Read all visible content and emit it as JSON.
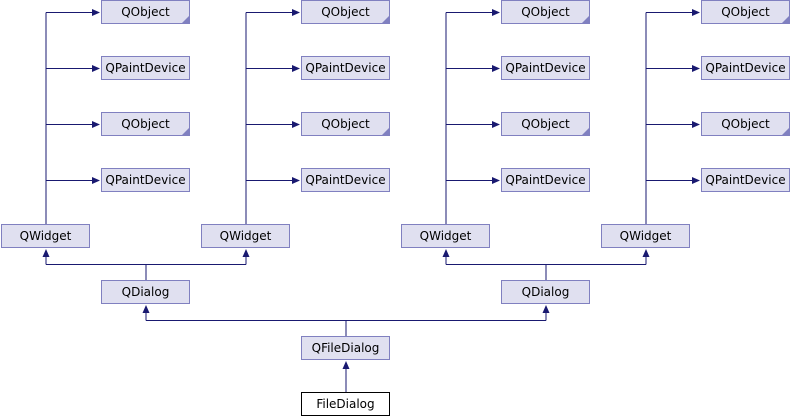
{
  "colors": {
    "edge": "#191970",
    "node_fill": "#e0e0f0",
    "node_border": "#8080c0",
    "corner_mark": "#8080c0",
    "focus_fill": "#ffffff",
    "focus_border": "#000000"
  },
  "nodes": [
    {
      "id": "qobject-1",
      "label": "QObject",
      "has_corner": true
    },
    {
      "id": "qpaintdevice-1",
      "label": "QPaintDevice",
      "has_corner": false
    },
    {
      "id": "qobject-2",
      "label": "QObject",
      "has_corner": true
    },
    {
      "id": "qpaintdevice-2",
      "label": "QPaintDevice",
      "has_corner": false
    },
    {
      "id": "qobject-3",
      "label": "QObject",
      "has_corner": true
    },
    {
      "id": "qpaintdevice-3",
      "label": "QPaintDevice",
      "has_corner": false
    },
    {
      "id": "qobject-4",
      "label": "QObject",
      "has_corner": true
    },
    {
      "id": "qpaintdevice-4",
      "label": "QPaintDevice",
      "has_corner": false
    },
    {
      "id": "qobject-5",
      "label": "QObject",
      "has_corner": true
    },
    {
      "id": "qpaintdevice-5",
      "label": "QPaintDevice",
      "has_corner": false
    },
    {
      "id": "qobject-6",
      "label": "QObject",
      "has_corner": true
    },
    {
      "id": "qpaintdevice-6",
      "label": "QPaintDevice",
      "has_corner": false
    },
    {
      "id": "qobject-7",
      "label": "QObject",
      "has_corner": true
    },
    {
      "id": "qpaintdevice-7",
      "label": "QPaintDevice",
      "has_corner": false
    },
    {
      "id": "qobject-8",
      "label": "QObject",
      "has_corner": true
    },
    {
      "id": "qpaintdevice-8",
      "label": "QPaintDevice",
      "has_corner": false
    },
    {
      "id": "qwidget-1",
      "label": "QWidget",
      "has_corner": false
    },
    {
      "id": "qwidget-2",
      "label": "QWidget",
      "has_corner": false
    },
    {
      "id": "qwidget-3",
      "label": "QWidget",
      "has_corner": false
    },
    {
      "id": "qwidget-4",
      "label": "QWidget",
      "has_corner": false
    },
    {
      "id": "qdialog-1",
      "label": "QDialog",
      "has_corner": false
    },
    {
      "id": "qdialog-2",
      "label": "QDialog",
      "has_corner": false
    },
    {
      "id": "qfiledialog",
      "label": "QFileDialog",
      "has_corner": false
    },
    {
      "id": "filedialog",
      "label": "FileDialog",
      "has_corner": false,
      "focus": true
    }
  ],
  "edges": [
    {
      "child": "qwidget-1",
      "parents": [
        "qobject-1",
        "qpaintdevice-1",
        "qobject-2",
        "qpaintdevice-2"
      ]
    },
    {
      "child": "qwidget-2",
      "parents": [
        "qobject-3",
        "qpaintdevice-3",
        "qobject-4",
        "qpaintdevice-4"
      ]
    },
    {
      "child": "qwidget-3",
      "parents": [
        "qobject-5",
        "qpaintdevice-5",
        "qobject-6",
        "qpaintdevice-6"
      ]
    },
    {
      "child": "qwidget-4",
      "parents": [
        "qobject-7",
        "qpaintdevice-7",
        "qobject-8",
        "qpaintdevice-8"
      ]
    },
    {
      "child": "qdialog-1",
      "parents": [
        "qwidget-1",
        "qwidget-2"
      ]
    },
    {
      "child": "qdialog-2",
      "parents": [
        "qwidget-3",
        "qwidget-4"
      ]
    },
    {
      "child": "qfiledialog",
      "parents": [
        "qdialog-1",
        "qdialog-2"
      ]
    },
    {
      "child": "filedialog",
      "parents": [
        "qfiledialog"
      ]
    }
  ]
}
